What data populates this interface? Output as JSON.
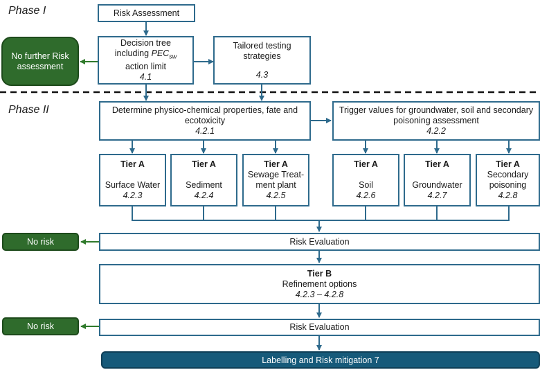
{
  "phases": {
    "phase1": "Phase I",
    "phase2": "Phase II"
  },
  "risk_assessment": "Risk Assessment",
  "decision_tree": {
    "line1": "Decision tree",
    "line2": "including",
    "pec": "PEC",
    "pec_sub": "sw",
    "line3": "action limit",
    "ref": "4.1"
  },
  "tailored": {
    "line1": "Tailored testing",
    "line2": "strategies",
    "ref": "4.3"
  },
  "no_further": {
    "line1": "No further Risk",
    "line2": "assessment"
  },
  "physchem": {
    "line1": "Determine physico-chemical properties, fate and",
    "line2": "ecotoxicity",
    "ref": "4.2.1"
  },
  "trigger": {
    "line1": "Trigger values for groundwater, soil and secondary",
    "line2": "poisoning assessment",
    "ref": "4.2.2"
  },
  "tier_a": [
    {
      "tier": "Tier A",
      "line1": "Surface Water",
      "line2": "",
      "ref": "4.2.3"
    },
    {
      "tier": "Tier A",
      "line1": "Sediment",
      "line2": "",
      "ref": "4.2.4"
    },
    {
      "tier": "Tier A",
      "line1": "Sewage Treat-",
      "line2": "ment plant",
      "ref": "4.2.5"
    },
    {
      "tier": "Tier A",
      "line1": "Soil",
      "line2": "",
      "ref": "4.2.6"
    },
    {
      "tier": "Tier A",
      "line1": "Groundwater",
      "line2": "",
      "ref": "4.2.7"
    },
    {
      "tier": "Tier A",
      "line1": "Secondary",
      "line2": "poisoning",
      "ref": "4.2.8"
    }
  ],
  "no_risk_1": "No risk",
  "risk_eval_1": "Risk Evaluation",
  "tier_b": {
    "tier": "Tier B",
    "line1": "Refinement options",
    "ref": "4.2.3 – 4.2.8"
  },
  "no_risk_2": "No risk",
  "risk_eval_2": "Risk Evaluation",
  "labelling": "Labelling and Risk mitigation 7",
  "colors": {
    "box_border": "#2e6a8c",
    "green": "#2f6b2c",
    "navy": "#165a7a",
    "arrow_green": "#2f7a2b"
  }
}
